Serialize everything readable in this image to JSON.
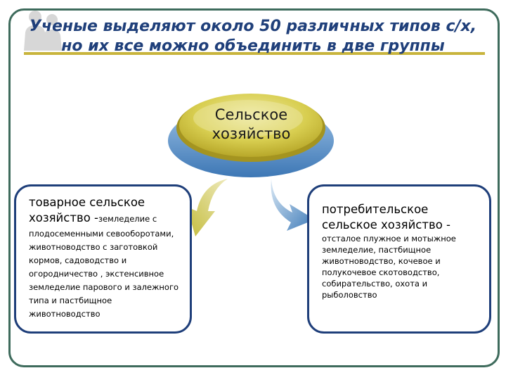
{
  "title": "Ученые выделяют около 50 различных типов с/х, но их все можно объединить в две группы",
  "center": {
    "label": "Сельское хозяйство"
  },
  "left_box": {
    "lead": "товарное сельское хозяйство -",
    "detail": "земледелие с плодосеменными севооборотами, животноводство с заготовкой кормов, садоводство и огородничество , экстенсивное земледелие парового и залежного типа и пастбищное животноводство"
  },
  "right_box": {
    "lead": "потребительское сельское хозяйство -",
    "detail": "отсталое плужное и мотыжное земледелие, пастбищное животноводство,  кочевое и полукочевое скотоводство, собирательство, охота и рыболовство"
  },
  "colors": {
    "title": "#1f3f7a",
    "frame": "#3e6b5c",
    "center_fill": "#d6cc4a",
    "center_base": "#5b8fc4",
    "box_border": "#1f3f7a",
    "arrow_left": "#c8c04a",
    "arrow_right": "#4a86c0"
  },
  "icons": {
    "decor": "people-silhouettes-icon"
  }
}
